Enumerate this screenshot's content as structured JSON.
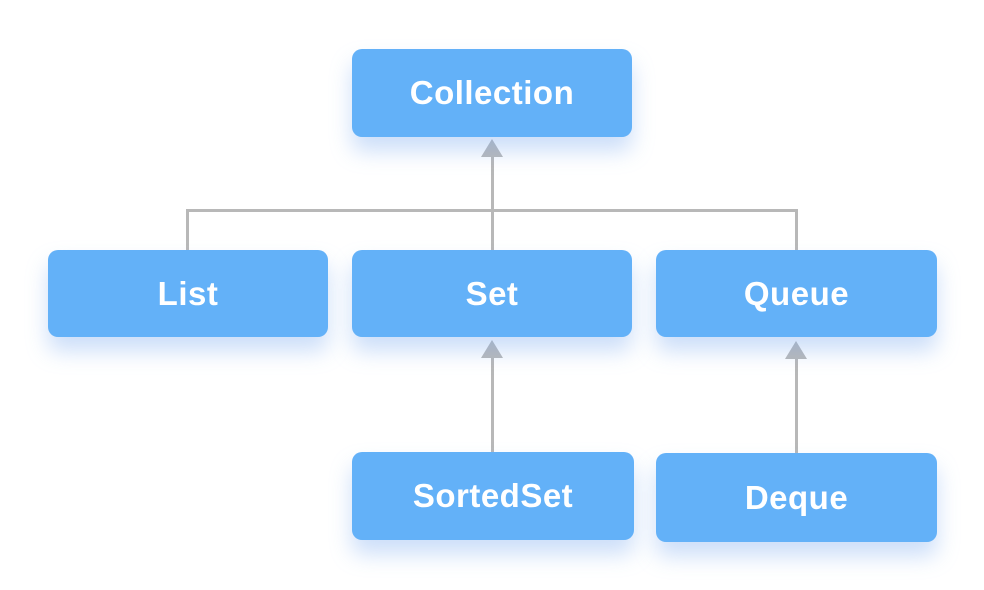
{
  "diagram": {
    "type": "hierarchy",
    "nodes": {
      "collection": "Collection",
      "list": "List",
      "set": "Set",
      "queue": "Queue",
      "sortedset": "SortedSet",
      "deque": "Deque"
    },
    "edges": [
      {
        "from": "List",
        "to": "Collection"
      },
      {
        "from": "Set",
        "to": "Collection"
      },
      {
        "from": "Queue",
        "to": "Collection"
      },
      {
        "from": "SortedSet",
        "to": "Set"
      },
      {
        "from": "Deque",
        "to": "Queue"
      }
    ],
    "colors": {
      "node_fill": "#63B1F8",
      "node_text": "#FFFFFF",
      "connector": "#B8B8B8",
      "background": "#FFFFFF"
    }
  }
}
